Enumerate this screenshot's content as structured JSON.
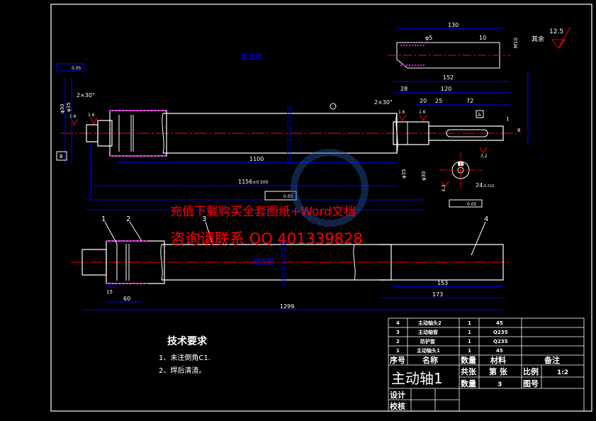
{
  "colors": {
    "background": "#000000",
    "outline": "#ffffff",
    "dimension": "#0000ff",
    "centerline": "#ff0000",
    "thread": "#ff00ff",
    "watermark": "#ff0000",
    "table_text": "#ffffff"
  },
  "views": {
    "top_label": "精车图",
    "bottom_label": "焊合图"
  },
  "top_dims": {
    "len_1100": "1100",
    "len_1156": "1156",
    "len_1156_tol": "±0.500",
    "chamfer_left": "2×30°",
    "chamfer_right": "2×30°",
    "ra_left_a": "1.6",
    "ra_left_b": "1.6",
    "ra_right_a": "1.6",
    "ra_right_b": "1.6",
    "ra_key": "3.2",
    "ra_62": "6.3",
    "dia_left_a": "φ30",
    "dia_left_b": "φ35",
    "dia_right_a": "φ35",
    "dia_right_b": "φ30",
    "dim_152": "152",
    "dim_28": "28",
    "dim_120": "120",
    "dim_20": "20",
    "dim_25": "25",
    "dim_72": "72",
    "dim_24": "24",
    "dim_24_tol": "-0.210",
    "dim_130": "130",
    "dim_5": "φ5",
    "dim_10": "10",
    "dim_m10": "M10",
    "tol_top": "0.05",
    "tol_bottom": "0.05",
    "tol_right": "0.05",
    "datum_a": "A",
    "datum_b": "B",
    "flat_1": "1",
    "key_height": "8",
    "rest_label": "其余",
    "rest_roughness": "12.5"
  },
  "bottom_dims": {
    "part_1": "1",
    "part_2": "2",
    "part_3": "3",
    "part_4": "4",
    "dim_15": "15",
    "dim_60": "60",
    "dim_1299": "1299",
    "dim_153": "153",
    "dim_173": "173"
  },
  "watermark": {
    "line1": "充值下载购买全套图纸+Word文档",
    "line2": "咨询请联系  QQ 401339828"
  },
  "tech": {
    "title": "技术要求",
    "items": [
      "1、未注倒角C1.",
      "2、焊后清渣。"
    ]
  },
  "parts_list": {
    "rows": [
      {
        "no": "4",
        "name": "主动轴头2",
        "qty": "1",
        "mat": "45",
        "note": ""
      },
      {
        "no": "3",
        "name": "主动轴管",
        "qty": "1",
        "mat": "Q235",
        "note": ""
      },
      {
        "no": "2",
        "name": "防护套",
        "qty": "1",
        "mat": "Q235",
        "note": ""
      },
      {
        "no": "1",
        "name": "主动轴头1",
        "qty": "1",
        "mat": "45",
        "note": ""
      }
    ],
    "header": {
      "no": "序号",
      "name": "名称",
      "qty": "数量",
      "mat": "材料",
      "note": "备注"
    }
  },
  "title_block": {
    "part_name": "主动轴1",
    "sheet_total_label": "共张",
    "sheet_no_label": "第 张",
    "scale_label": "比例",
    "scale_value": "1:2",
    "qty_label": "数量",
    "qty_value": "3",
    "drawing_no_label": "图号",
    "designer_label": "设计",
    "checker_label": "校核"
  }
}
